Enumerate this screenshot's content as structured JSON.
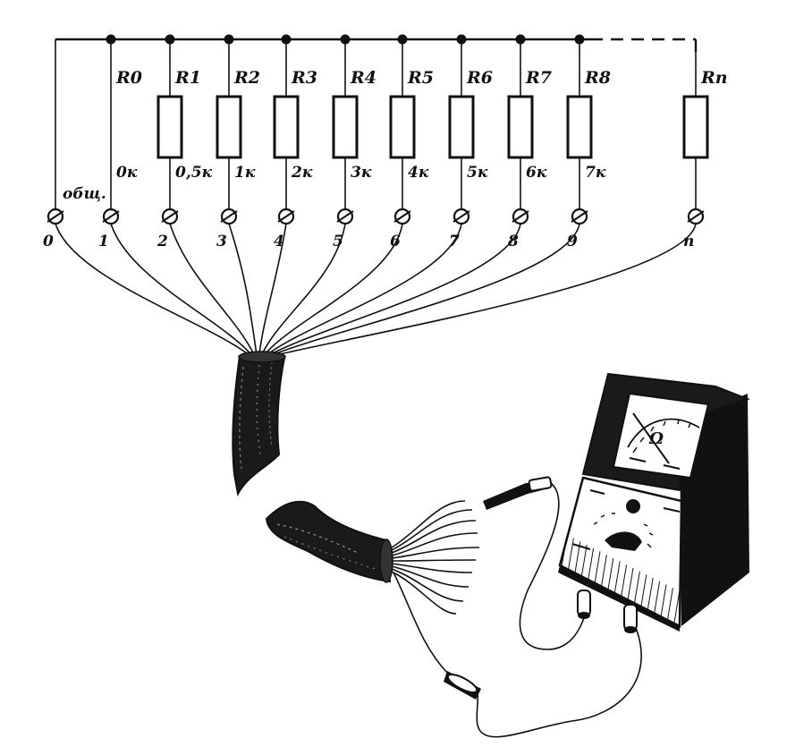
{
  "diagram": {
    "common_label": "общ.",
    "resistor_labels": [
      "R0",
      "R1",
      "R2",
      "R3",
      "R4",
      "R5",
      "R6",
      "R7",
      "R8",
      "Rn"
    ],
    "value_labels": [
      "0к",
      "0,5к",
      "1к",
      "2к",
      "3к",
      "4к",
      "5к",
      "6к",
      "7к"
    ],
    "terminal_labels": [
      "0",
      "1",
      "2",
      "3",
      "4",
      "5",
      "6",
      "7",
      "8",
      "9",
      "n"
    ],
    "meter_symbol": "Ω"
  },
  "colors": {
    "ink": "#111111",
    "paper": "#ffffff"
  }
}
